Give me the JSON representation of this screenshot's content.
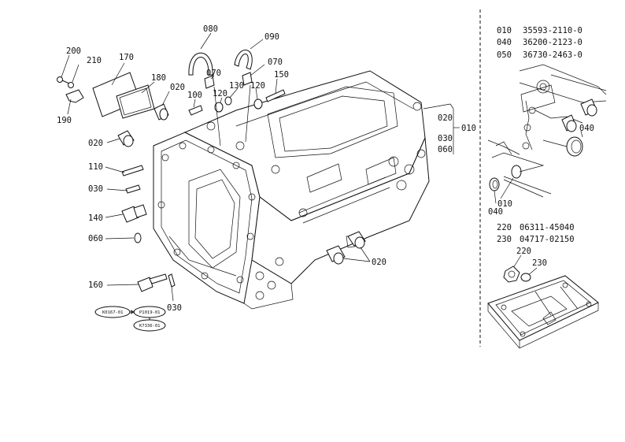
{
  "callouts": {
    "c200": "200",
    "c210": "210",
    "c170": "170",
    "c180": "180",
    "c190": "190",
    "c020_a": "020",
    "c080": "080",
    "c090": "090",
    "c070_a": "070",
    "c070_b": "070",
    "c130": "130",
    "c120_a": "120",
    "c120_b": "120",
    "c100": "100",
    "c150": "150",
    "c020_b": "020",
    "c110": "110",
    "c030_a": "030",
    "c140": "140",
    "c060_a": "060",
    "c160": "160",
    "c030_b": "030",
    "c020_c": "020",
    "c020_d": "020",
    "c010_a": "010",
    "c030_c": "030",
    "c060_b": "060",
    "c040_a": "040",
    "c040_b": "040",
    "c010_b": "010",
    "c220": "220",
    "c230": "230"
  },
  "parts_table": [
    {
      "ref": "010",
      "part_no": "35593-2110-0"
    },
    {
      "ref": "040",
      "part_no": "36200-2123-0"
    },
    {
      "ref": "050",
      "part_no": "36730-2463-0"
    }
  ],
  "parts_table_2": [
    {
      "ref": "220",
      "part_no": "06311-45040"
    },
    {
      "ref": "230",
      "part_no": "04717-02150"
    }
  ],
  "serial_ovals": [
    "K0167-01",
    "P1019-01",
    "K7336-01"
  ]
}
